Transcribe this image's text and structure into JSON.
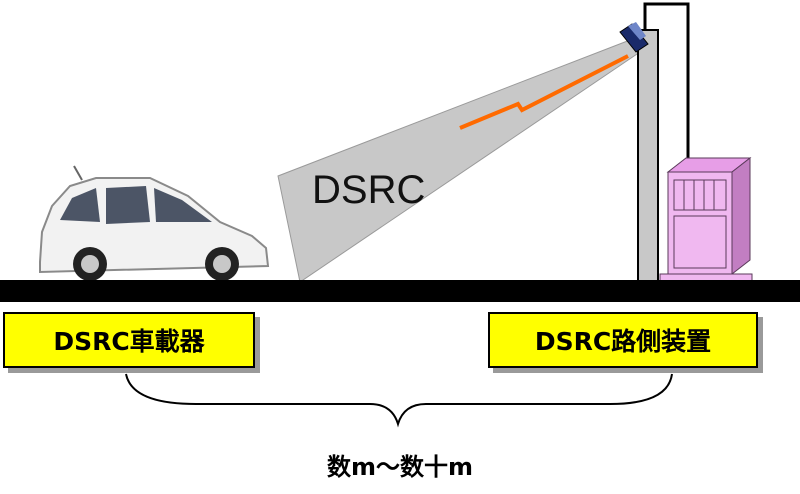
{
  "beam_label": "DSRC",
  "onboard_unit_label": "DSRC車載器",
  "roadside_unit_label": "DSRC路側装置",
  "distance_label": "数m〜数十m",
  "colors": {
    "label_fill": "#ffff00",
    "beam": "#c8c8c8",
    "signal": "#ff6a00",
    "cabinet": "#f0b8f0",
    "pole": "#c8c8c8",
    "road": "#000000"
  },
  "icons": [
    "car-icon",
    "antenna-icon",
    "roadside-cabinet-icon",
    "pole-icon"
  ]
}
